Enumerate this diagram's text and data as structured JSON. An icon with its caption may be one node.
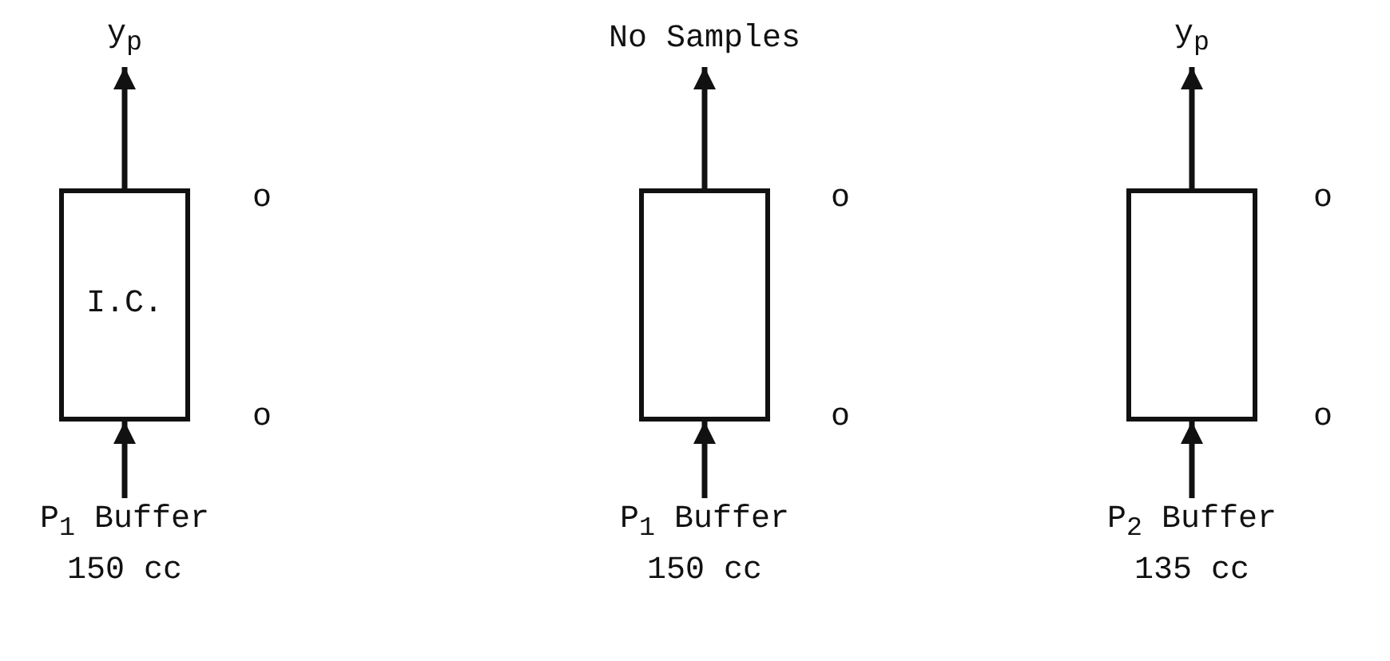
{
  "diagram": {
    "nodes": [
      {
        "text": [
          "y$_{p}$"
        ]
      },
      {
        "text": [
          "No Samples"
        ]
      },
      {
        "text": [
          "y$_{p}$"
        ]
      },
      {
        "text": [
          "I.C."
        ]
      },
      {
        "text": [],
        "shape": "box"
      },
      {
        "text": [],
        "shape": "box"
      },
      {
        "text": [
          "P$_{1}$ Buffer",
          "150 cc"
        ]
      },
      {
        "text": [
          "P$_{1}$ Buffer",
          "150 cc"
        ]
      },
      {
        "text": [
          "P$_{2}$ Buffer",
          "135 cc"
        ]
      }
    ],
    "edges": [
      {
        "from": 6,
        "to": 3,
        "arrow": "to"
      },
      {
        "from": 3,
        "to": 0,
        "arrow": "to"
      },
      {
        "from": 7,
        "to": 4,
        "arrow": "to"
      },
      {
        "from": 4,
        "to": 1,
        "arrow": "to"
      },
      {
        "from": 8,
        "to": 5,
        "arrow": "to"
      },
      {
        "from": 5,
        "to": 2,
        "arrow": "to"
      }
    ],
    "labels": [
      "o",
      "o",
      "o",
      "o",
      "o",
      "o"
    ]
  }
}
